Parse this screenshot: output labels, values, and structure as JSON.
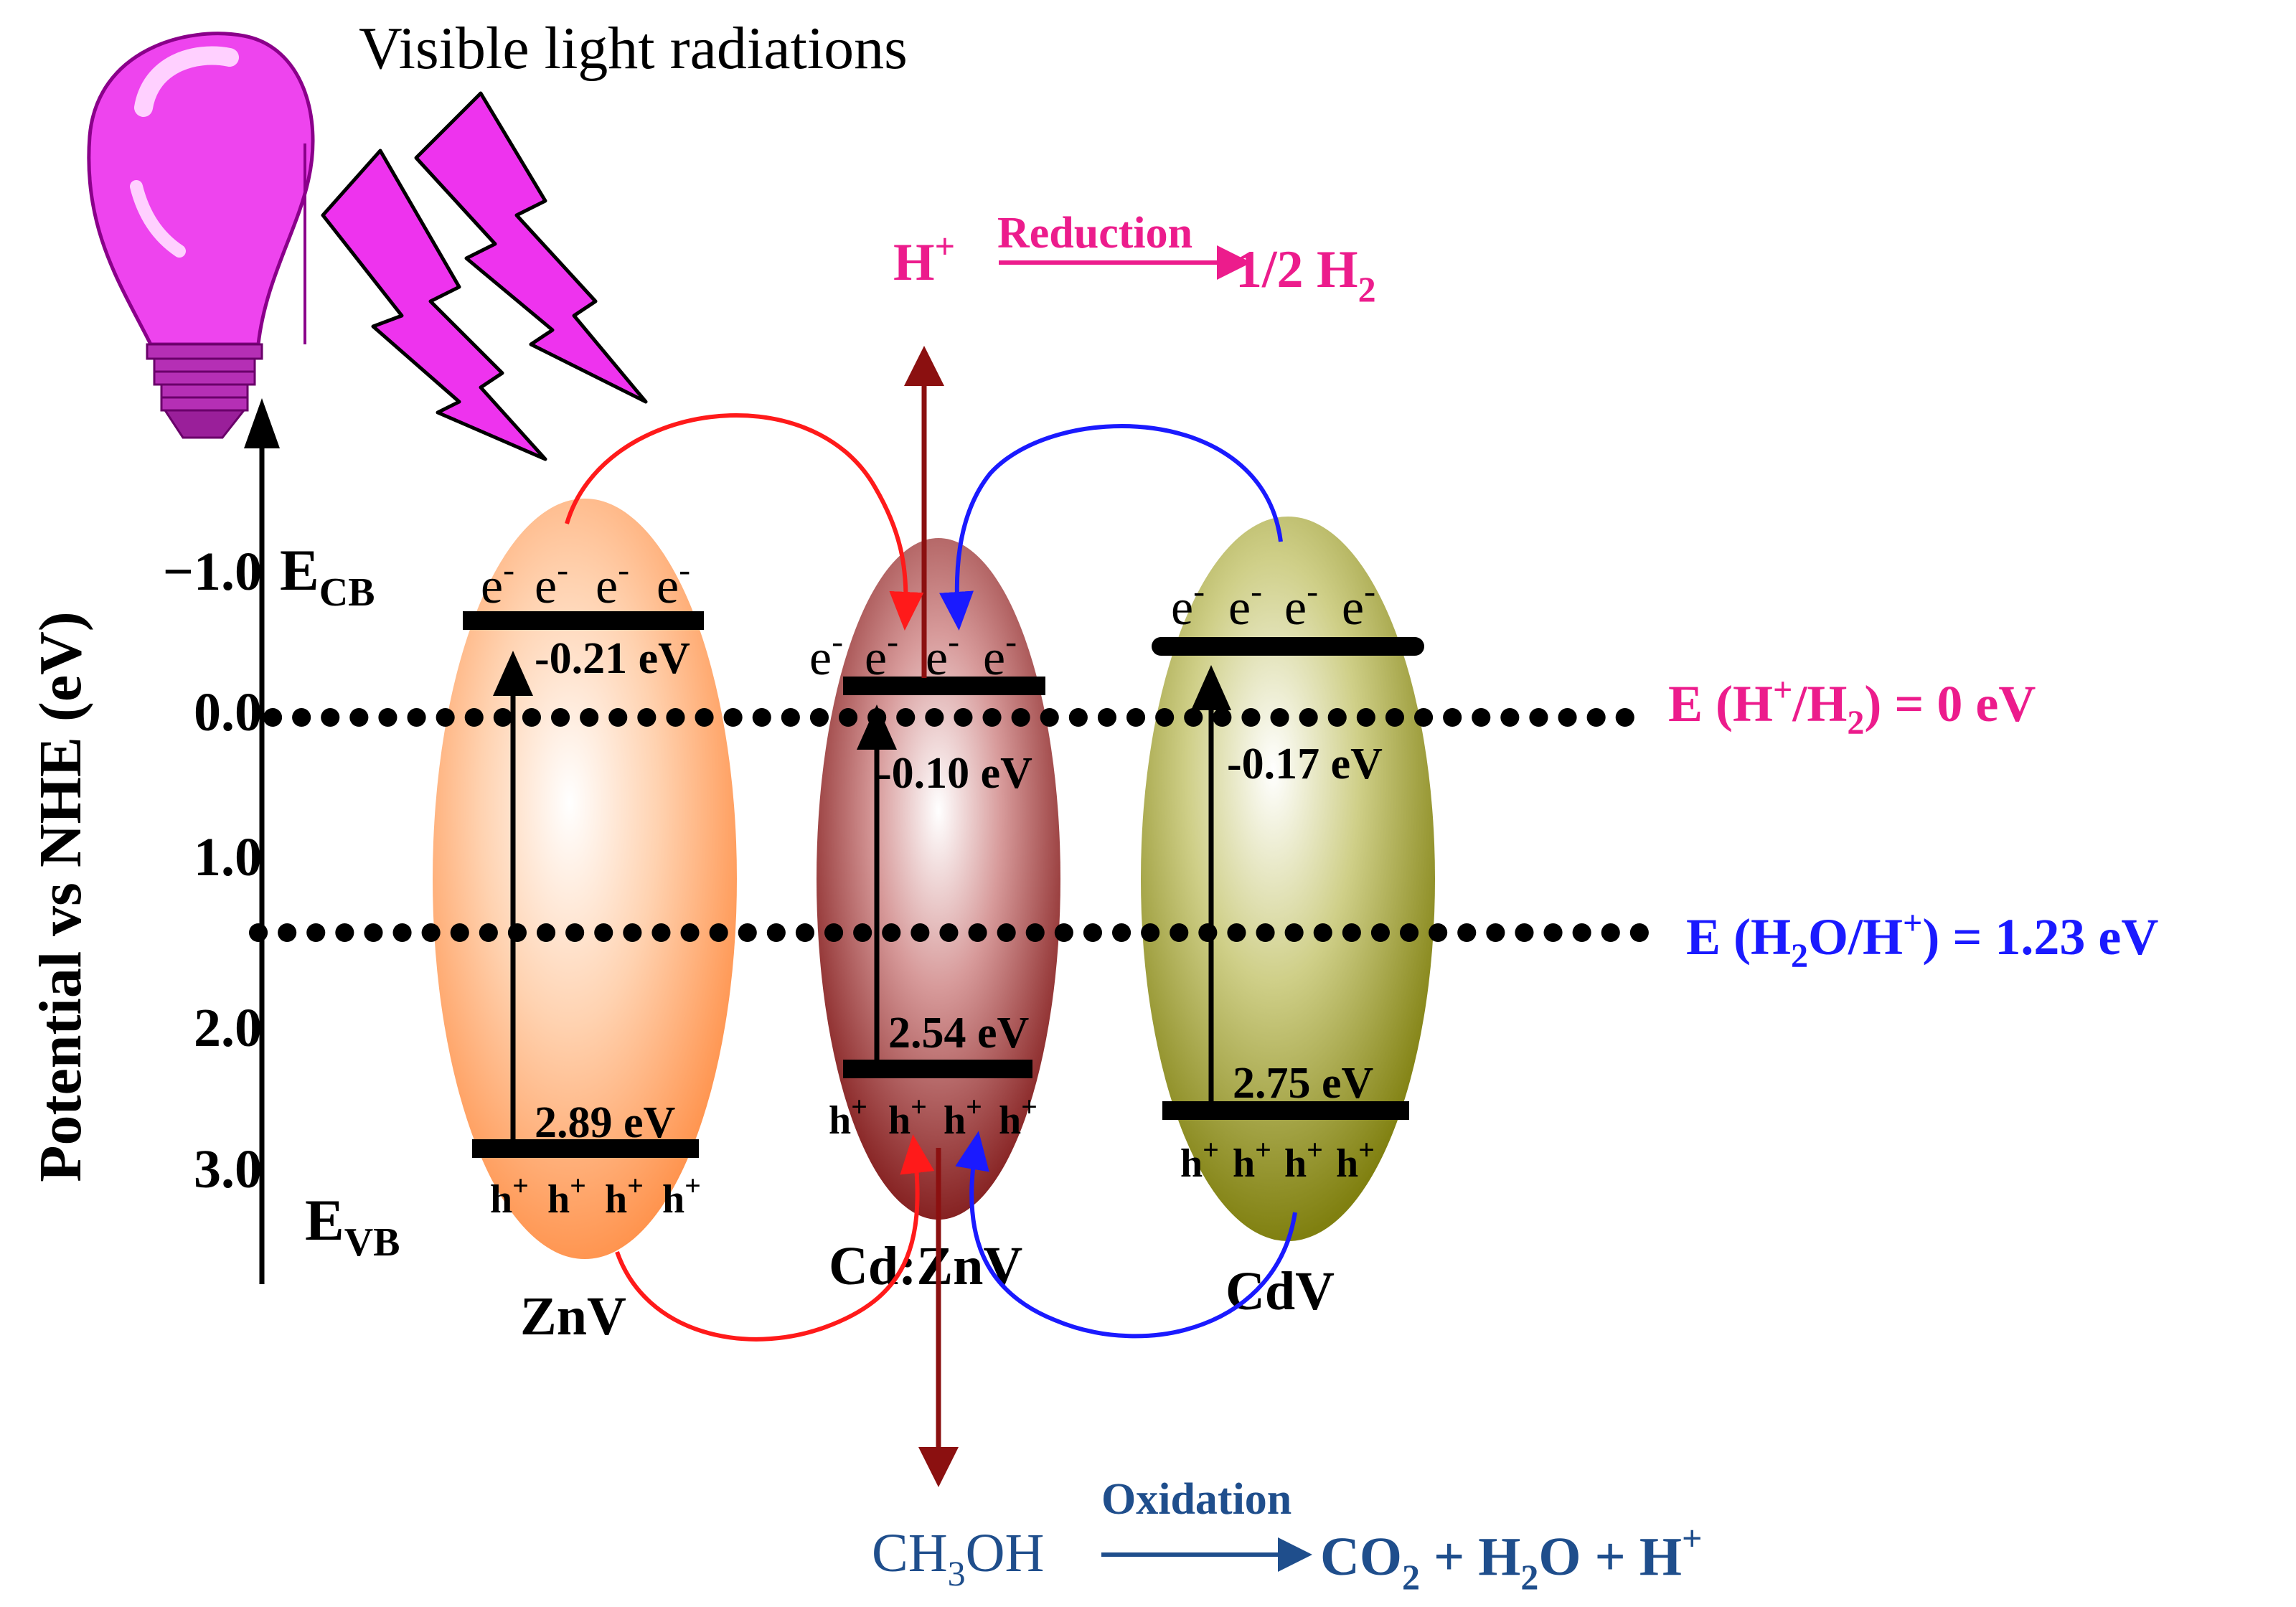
{
  "title": "Visible light radiations",
  "axis": {
    "label": "Potential vs NHE (eV)",
    "ticks": [
      "−1.0",
      "0.0",
      "1.0",
      "2.0",
      "3.0"
    ]
  },
  "band_labels": {
    "ecb_main": "E",
    "ecb_sub": "CB",
    "evb_main": "E",
    "evb_sub": "VB"
  },
  "reduction": {
    "reactant_main": "H",
    "reactant_sup": "+",
    "process": "Reduction",
    "product_main": "1/2 H",
    "product_sub": "2",
    "color": "#ec1c8c"
  },
  "oxidation": {
    "reactant_a": "CH",
    "reactant_sub": "3",
    "reactant_b": "OH",
    "process": "Oxidation",
    "product_a": "CO",
    "product_sub1": "2",
    "product_b": " + H",
    "product_sub2": "2",
    "product_c": "O + H",
    "product_sup": "+",
    "color": "#1f4e8c"
  },
  "potentials": {
    "hydrogen": {
      "p1": "E (H",
      "sup": "+",
      "p2": "/H",
      "sub": "2",
      "p3": ") = 0 eV",
      "color": "#ec1c8c"
    },
    "water": {
      "p1": "E (H",
      "sub": "2",
      "p2": "O/H",
      "sup": "+",
      "p3": ") = 1.23 eV",
      "color": "#1a1aff"
    }
  },
  "carriers": {
    "electron": "e",
    "electron_sup": "-",
    "hole": "h",
    "hole_sup": "+"
  },
  "semiconductors": [
    {
      "name": "ZnV",
      "cb_label": "-0.21 eV",
      "vb_label": "2.89 eV",
      "color": "#ff8c42"
    },
    {
      "name": "Cd:ZnV",
      "cb_label": "-0.10 eV",
      "vb_label": "2.54 eV",
      "color": "#8b1a1a"
    },
    {
      "name": "CdV",
      "cb_label": "-0.17 eV",
      "vb_label": "2.75 eV",
      "color": "#8b8b1a"
    }
  ],
  "colors": {
    "zn_transfer": "#ff1a1a",
    "cd_transfer": "#1a1aff",
    "main_arrow": "#8b1010",
    "bulb": "#ee44ee"
  }
}
